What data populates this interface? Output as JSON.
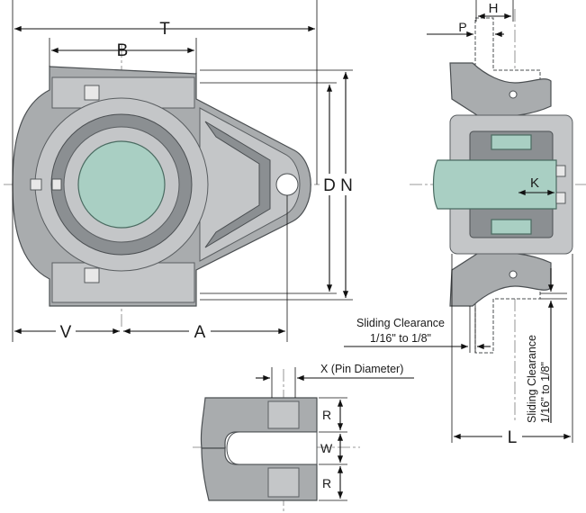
{
  "labels": {
    "T": "T",
    "B": "B",
    "D": "D",
    "N": "N",
    "V": "V",
    "A": "A",
    "H": "H",
    "P": "P",
    "K": "K",
    "L": "L",
    "X": "X (Pin Diameter)",
    "R_top": "R",
    "W": "W",
    "R_bottom": "R",
    "sliding_h_line1": "Sliding Clearance",
    "sliding_h_line2": "1/16\" to 1/8\"",
    "sliding_v_line1": "Sliding Clearance",
    "sliding_v_line2": "1/16\" to 1/8\""
  },
  "colors": {
    "housing": "#a9acae",
    "housing_face": "#c4c6c8",
    "shaft": "#a9cfc3",
    "line": "#111111"
  }
}
